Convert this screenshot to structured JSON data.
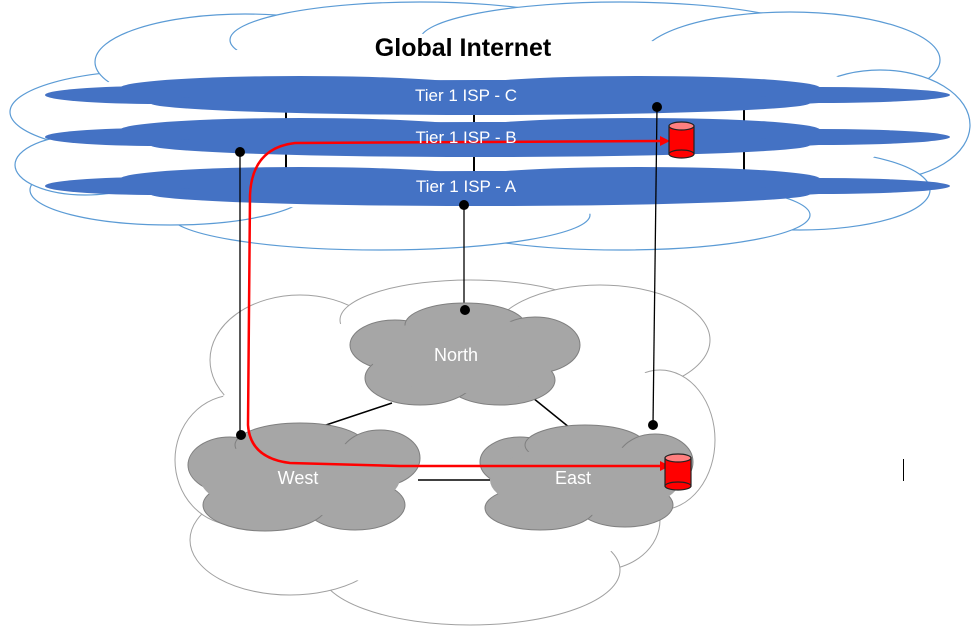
{
  "title": "Global Internet",
  "isps": [
    {
      "label": "Tier 1 ISP - C"
    },
    {
      "label": "Tier 1 ISP - B"
    },
    {
      "label": "Tier 1 ISP - A"
    }
  ],
  "regions": [
    {
      "label": "North"
    },
    {
      "label": "West"
    },
    {
      "label": "East"
    }
  ],
  "colors": {
    "cloud_outline": "#5b9bd5",
    "isp_fill": "#4472c4",
    "region_fill": "#a6a6a6",
    "region_outline": "#7f7f7f",
    "path": "#ff0000",
    "server": "#ff0000",
    "link": "#000000"
  },
  "icons": [
    "server-icon",
    "endpoint-dot"
  ]
}
